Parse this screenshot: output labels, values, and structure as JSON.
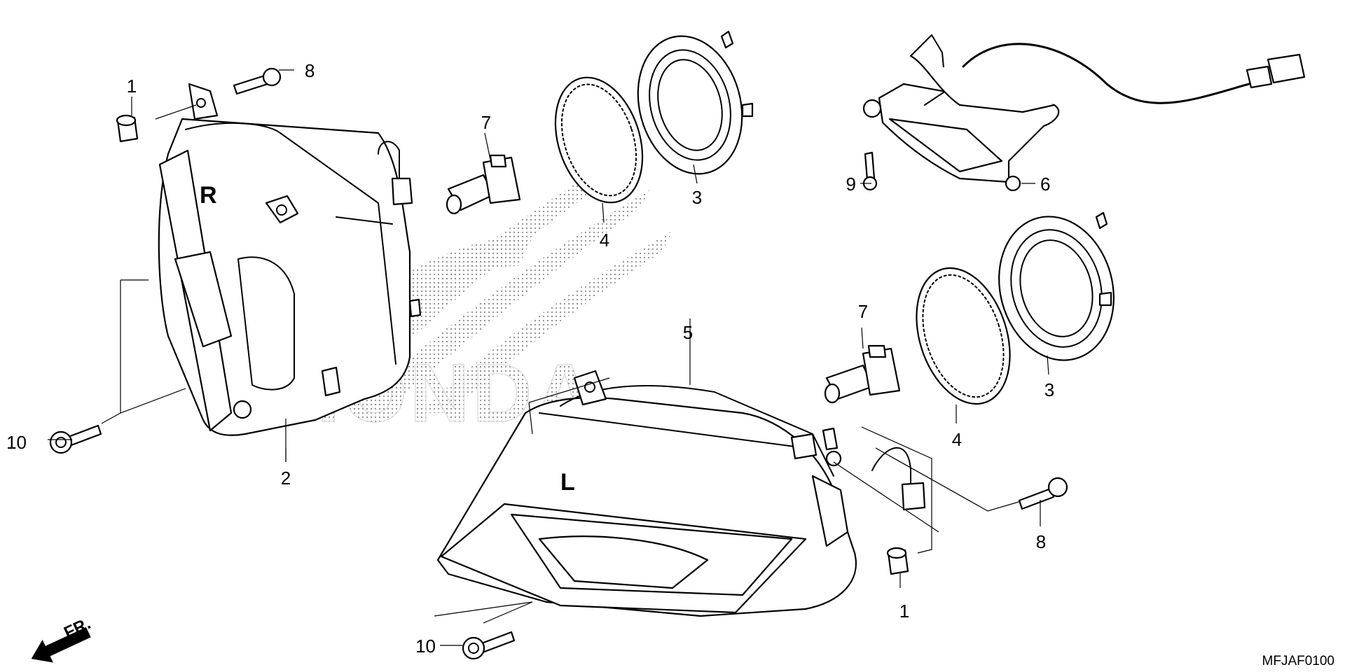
{
  "diagram_code": "MFJAF0100",
  "front_label": "FR.",
  "watermark": "HONDA",
  "callouts": [
    {
      "id": "c1a",
      "label": "1"
    },
    {
      "id": "c8a",
      "label": "8"
    },
    {
      "id": "c7a",
      "label": "7"
    },
    {
      "id": "c4a",
      "label": "4"
    },
    {
      "id": "c3a",
      "label": "3"
    },
    {
      "id": "c10a",
      "label": "10"
    },
    {
      "id": "c2",
      "label": "2"
    },
    {
      "id": "c9",
      "label": "9"
    },
    {
      "id": "c6",
      "label": "6"
    },
    {
      "id": "c5",
      "label": "5"
    },
    {
      "id": "c7b",
      "label": "7"
    },
    {
      "id": "c4b",
      "label": "4"
    },
    {
      "id": "c3b",
      "label": "3"
    },
    {
      "id": "c8b",
      "label": "8"
    },
    {
      "id": "c1b",
      "label": "1"
    },
    {
      "id": "c10b",
      "label": "10"
    }
  ]
}
